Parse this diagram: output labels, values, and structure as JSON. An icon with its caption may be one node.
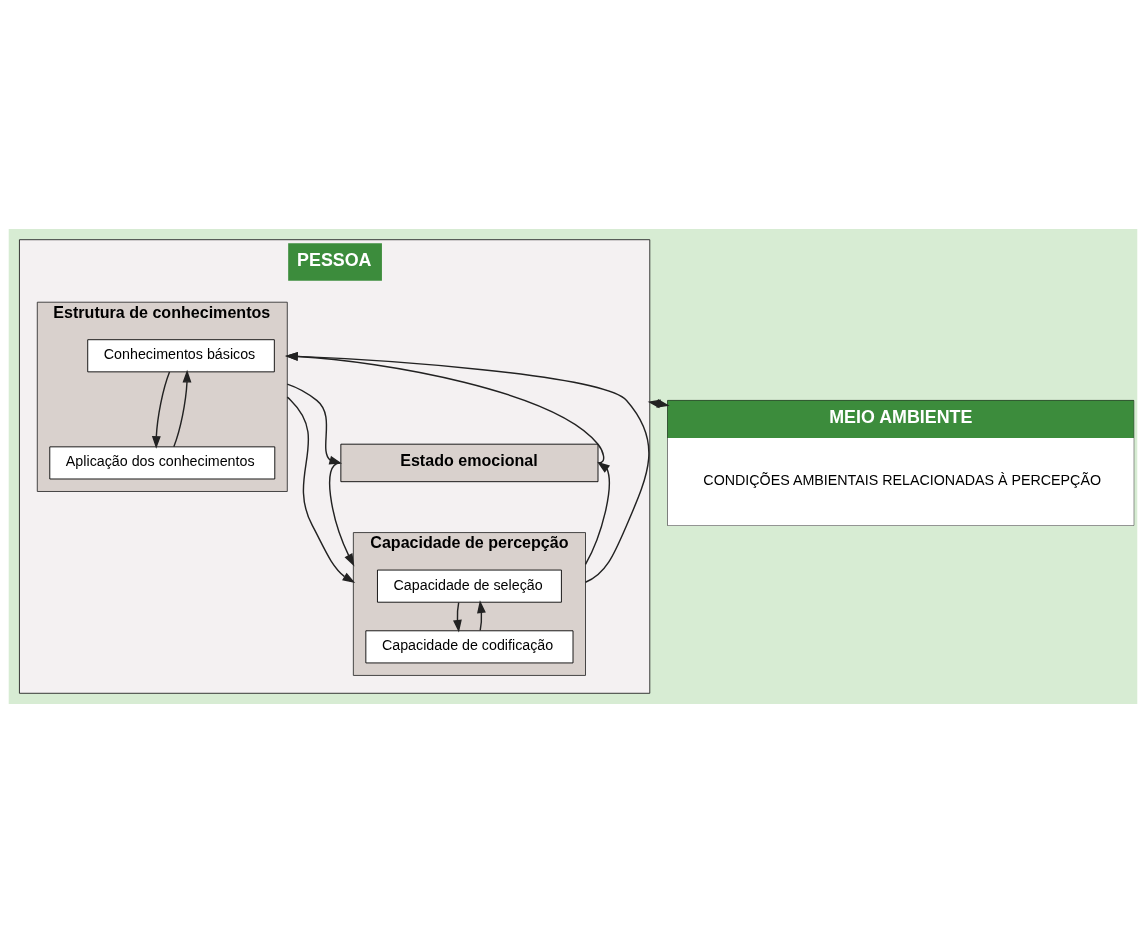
{
  "diagram": {
    "nodes": [
      {
        "text": [
          "PESSOA"
        ]
      },
      {
        "text": [
          "Estrutura de conhecimentos"
        ],
        "in": 0
      },
      {
        "text": [
          "Conhecimentos básicos"
        ],
        "in": 1
      },
      {
        "text": [
          "Aplicação dos conhecimentos"
        ],
        "in": 1
      },
      {
        "text": [
          "Estado emocional"
        ],
        "in": 0
      },
      {
        "text": [
          "Capacidade de percepção"
        ],
        "in": 0
      },
      {
        "text": [
          "Capacidade de seleção"
        ],
        "in": 5
      },
      {
        "text": [
          "Capacidade de codificação"
        ],
        "in": 5
      },
      {
        "text": [
          "MEIO AMBIENTE",
          "CONDIÇÕES AMBIENTAIS RELACIONADAS À PERCEPÇÃO"
        ]
      }
    ],
    "edges": [
      {
        "from": 2,
        "to": 3,
        "arrow": "to"
      },
      {
        "from": 3,
        "to": 2,
        "arrow": "to"
      },
      {
        "from": 6,
        "to": 7,
        "arrow": "to"
      },
      {
        "from": 7,
        "to": 6,
        "arrow": "to"
      },
      {
        "from": 5,
        "to": 1,
        "arrow": "to"
      },
      {
        "from": 4,
        "to": 1,
        "arrow": "to"
      },
      {
        "from": 5,
        "to": 4,
        "arrow": "to"
      },
      {
        "from": 1,
        "to": 5,
        "arrow": "to"
      },
      {
        "from": 1,
        "to": 4,
        "arrow": "to"
      },
      {
        "from": 4,
        "to": 5,
        "arrow": "to"
      },
      {
        "from": 0,
        "to": 8,
        "arrow": "both"
      }
    ]
  }
}
